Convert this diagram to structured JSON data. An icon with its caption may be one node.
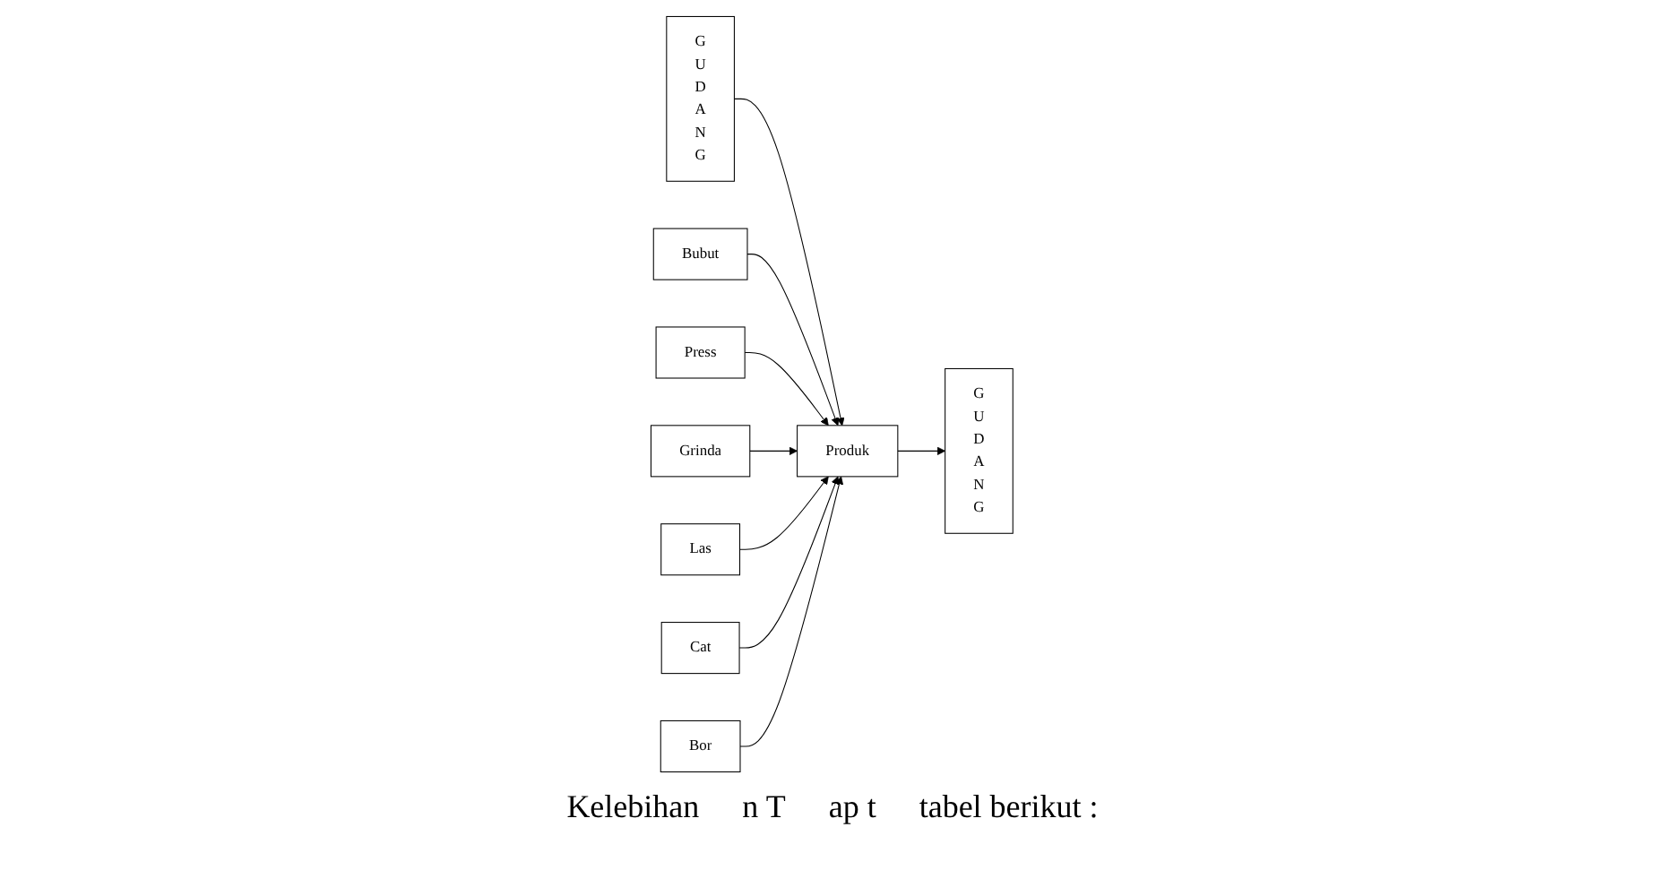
{
  "diagram": {
    "nodes": [
      {
        "text": [
          "G U D A N G"
        ]
      },
      {
        "text": [
          "Bubut"
        ]
      },
      {
        "text": [
          "Press"
        ]
      },
      {
        "text": [
          "Grinda"
        ]
      },
      {
        "text": [
          "G U D A N G"
        ]
      },
      {
        "text": [
          "Produk"
        ]
      },
      {
        "text": [
          "Las"
        ]
      },
      {
        "text": [
          "Cat"
        ]
      },
      {
        "text": [
          "Bor"
        ]
      }
    ],
    "edges": [
      {
        "from": 0,
        "to": 5,
        "arrow": "to"
      },
      {
        "from": 1,
        "to": 5,
        "arrow": "to"
      },
      {
        "from": 2,
        "to": 5,
        "arrow": "to"
      },
      {
        "from": 3,
        "to": 5,
        "arrow": "to"
      },
      {
        "from": 6,
        "to": 5,
        "arrow": "to"
      },
      {
        "from": 7,
        "to": 5,
        "arrow": "to"
      },
      {
        "from": 8,
        "to": 5,
        "arrow": "to"
      },
      {
        "from": 5,
        "to": 4,
        "arrow": "to"
      }
    ],
    "labels": [
      "Kelebihan",
      "n T",
      "ap t",
      "tabel berikut :"
    ]
  }
}
